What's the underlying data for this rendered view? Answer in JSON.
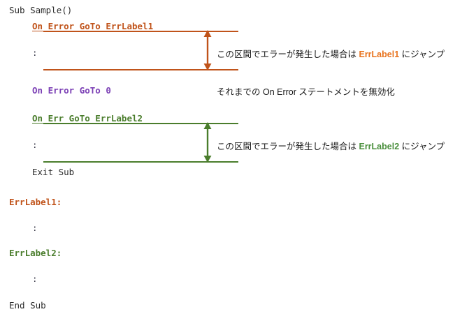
{
  "diagram": {
    "title": "VBA On Error GoTo flow illustration",
    "colors": {
      "orange_line": "#c0531a",
      "green_line": "#4a7d2c",
      "purple_text": "#7b3fb5",
      "plain_text": "#2b2b2b",
      "note_orange_highlight": "#e8721c",
      "note_green_highlight": "#4a8f3c",
      "background": "#ffffff"
    }
  },
  "code": {
    "line_sub_start": "Sub Sample()",
    "line_on_error_errlabel1": "On Error GoTo ErrLabel1",
    "marker_colon_1": ":",
    "line_on_error_goto_0": "On Error GoTo 0",
    "line_on_err_errlabel2": "On Err GoTo ErrLabel2",
    "marker_colon_2": ":",
    "line_exit_sub": "Exit Sub",
    "label_errlabel1": "ErrLabel1:",
    "marker_colon_3": ":",
    "label_errlabel2": "ErrLabel2:",
    "marker_colon_4": ":",
    "line_end_sub": "End Sub"
  },
  "annotations": {
    "note1": {
      "prefix": "この区間でエラーが発生した場合は ",
      "highlight": "ErrLabel1",
      "suffix": " にジャンプ"
    },
    "note2": {
      "text": "それまでの On Error ステートメントを無効化"
    },
    "note3": {
      "prefix": "この区間でエラーが発生した場合は ",
      "highlight": "ErrLabel2",
      "suffix": " にジャンプ"
    }
  }
}
